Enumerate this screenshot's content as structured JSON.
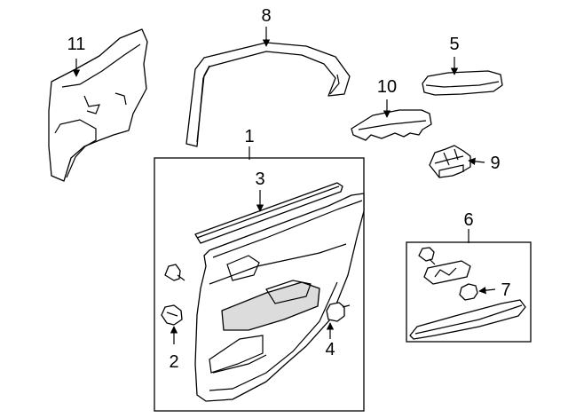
{
  "callouts": {
    "c1": "1",
    "c2": "2",
    "c3": "3",
    "c4": "4",
    "c5": "5",
    "c6": "6",
    "c7": "7",
    "c8": "8",
    "c9": "9",
    "c10": "10",
    "c11": "11"
  },
  "colors": {
    "ink": "#000000",
    "shade": "#dcdcdc",
    "background": "#ffffff"
  }
}
